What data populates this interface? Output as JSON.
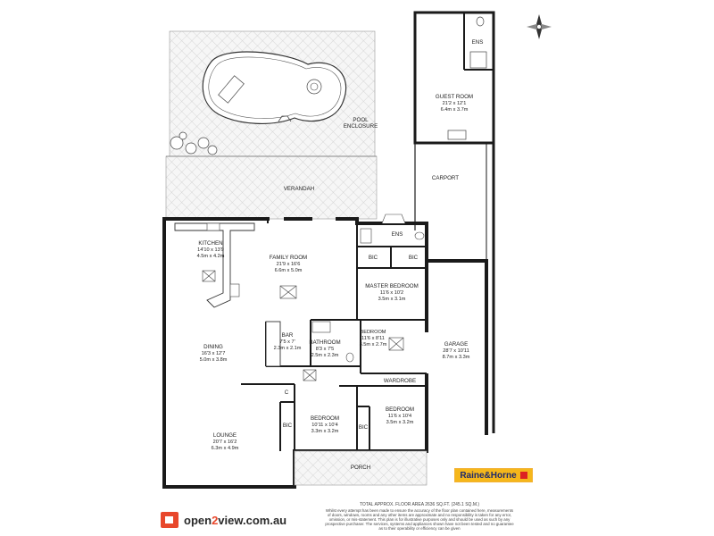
{
  "rooms": {
    "guest_room": {
      "name": "GUEST ROOM",
      "imperial": "21'2 x 12'1",
      "metric": "6.4m x 3.7m"
    },
    "ens_guest": {
      "name": "ENS"
    },
    "pool_enclosure": {
      "line1": "POOL",
      "line2": "ENCLOSURE"
    },
    "verandah": {
      "name": "VERANDAH"
    },
    "carport": {
      "name": "CARPORT"
    },
    "kitchen": {
      "name": "KITCHEN",
      "imperial": "14'10 x 13'9",
      "metric": "4.5m x 4.2m"
    },
    "family_room": {
      "name": "FAMILY ROOM",
      "imperial": "21'9 x 16'6",
      "metric": "6.6m x 5.0m"
    },
    "ens_master": {
      "name": "ENS"
    },
    "bic_1": {
      "name": "BIC"
    },
    "bic_2": {
      "name": "BIC"
    },
    "master_bedroom": {
      "name": "MASTER BEDROOM",
      "imperial": "11'6 x 10'2",
      "metric": "3.5m x 3.1m"
    },
    "bar": {
      "name": "BAR",
      "imperial": "7'5 x 7'",
      "metric": "2.3m x 2.1m"
    },
    "bathroom": {
      "name": "BATHROOM",
      "imperial": "8'3 x 7'5",
      "metric": "2.5m x 2.3m"
    },
    "bedroom_small": {
      "name": "BEDROOM",
      "imperial": "11'6 x 8'11",
      "metric": "3.5m x 2.7m"
    },
    "dining": {
      "name": "DINING",
      "imperial": "16'3 x 12'7",
      "metric": "5.0m x 3.8m"
    },
    "garage": {
      "name": "GARAGE",
      "imperial": "28'7 x 10'11",
      "metric": "8.7m x 3.3m"
    },
    "wardrobe": {
      "name": "WARDROBE"
    },
    "linen": {
      "name": "C"
    },
    "bic_3": {
      "name": "BIC"
    },
    "bic_4": {
      "name": "BIC"
    },
    "bedroom_mid": {
      "name": "BEDROOM",
      "imperial": "10'11 x 10'4",
      "metric": "3.3m x 3.2m"
    },
    "bedroom_right": {
      "name": "BEDROOM",
      "imperial": "11'6 x 10'4",
      "metric": "3.5m x 3.2m"
    },
    "lounge": {
      "name": "LOUNGE",
      "imperial": "20'7 x 16'2",
      "metric": "6.3m x 4.9m"
    },
    "porch": {
      "name": "PORCH"
    }
  },
  "footer": {
    "area": "TOTAL APPROX. FLOOR AREA 2636 SQ.FT. (245.1 SQ.M.)",
    "d1": "Whilst every attempt has been made to ensure the accuracy of the floor plan contained here, measurements",
    "d2": "of doors, windows, rooms and any other items are approximate and no responsibility is taken for any error,",
    "d3": "omission, or mis-statement. This plan is for illustrative purposes only and should be used as such by any",
    "d4": "prospective purchaser. The services, systems and appliances shown have not been tested and no guarantee",
    "d5": "as to their operability or efficiency can be given"
  },
  "branding": {
    "agency": "Raine&Horne",
    "portal_prefix": "open",
    "portal_two": "2",
    "portal_suffix": "view.com.au"
  },
  "colors": {
    "wall": "#1a1a1a",
    "hatch": "#c8c8c8",
    "brand_yellow": "#f5b71b",
    "brand_red": "#e8472b"
  }
}
